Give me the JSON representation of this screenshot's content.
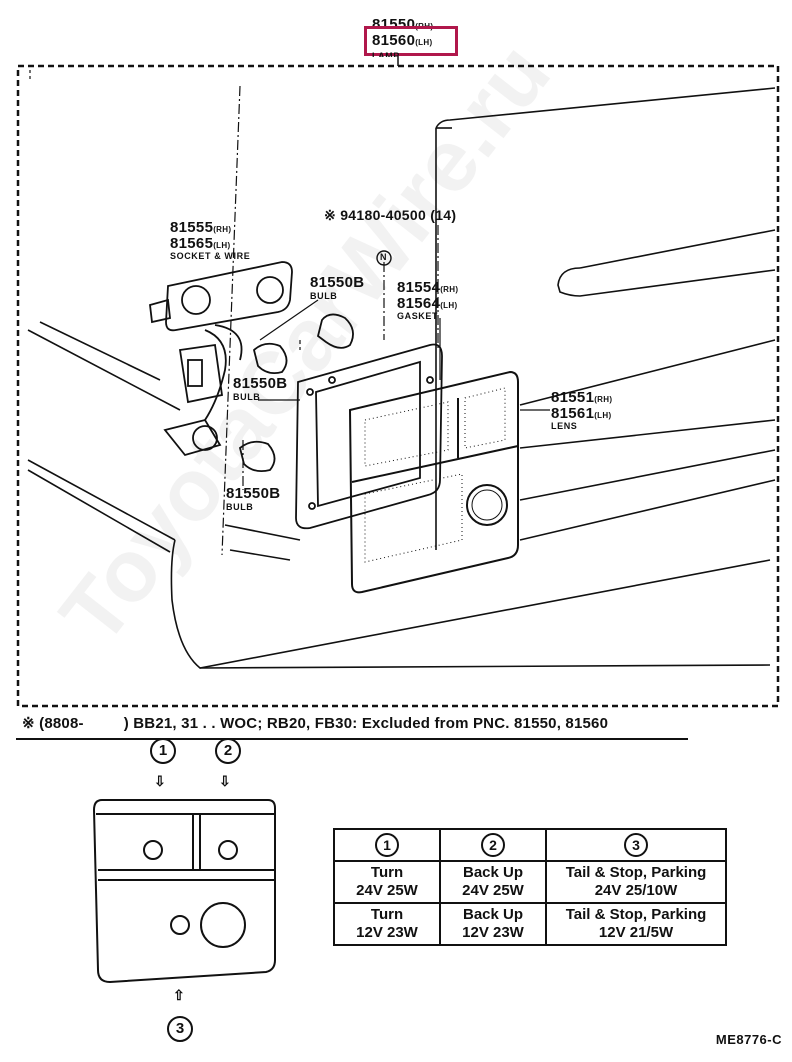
{
  "header": {
    "part_top": "81550",
    "part_top_suffix": "(RH)",
    "part_selected": "81560",
    "part_selected_suffix": "(LH)",
    "part_name": "LAMP"
  },
  "callouts": {
    "socket_rh": "81555",
    "socket_rh_suffix": "(RH)",
    "socket_lh": "81565",
    "socket_lh_suffix": "(LH)",
    "socket_name": "SOCKET & WIRE",
    "screw": "※ 94180-40500 (14)",
    "n_mark": "N",
    "bulb_top": "81550B",
    "bulb_top_name": "BULB",
    "bulb_mid": "81550B",
    "bulb_mid_name": "BULB",
    "bulb_low": "81550B",
    "bulb_low_name": "BULB",
    "gasket_rh": "81554",
    "gasket_rh_suffix": "(RH)",
    "gasket_lh": "81564",
    "gasket_lh_suffix": "(LH)",
    "gasket_name": "GASKET",
    "lens_rh": "81551",
    "lens_rh_suffix": "(RH)",
    "lens_lh": "81561",
    "lens_lh_suffix": "(LH)",
    "lens_name": "LENS"
  },
  "note": {
    "prefix": "※ (8808-",
    "text": ") BB21, 31 . . WOC; RB20, FB30: Excluded from PNC. 81550, 81560"
  },
  "lamp_key": {
    "marker_1": "1",
    "marker_2": "2",
    "marker_3": "3",
    "arrow_down": "⇩",
    "arrow_up": "⇧"
  },
  "spec_table": {
    "headers": [
      "1",
      "2",
      "3"
    ],
    "rows": [
      [
        {
          "name": "Turn",
          "rating": "24V 25W"
        },
        {
          "name": "Back Up",
          "rating": "24V 25W"
        },
        {
          "name": "Tail & Stop, Parking",
          "rating": "24V 25/10W"
        }
      ],
      [
        {
          "name": "Turn",
          "rating": "12V 23W"
        },
        {
          "name": "Back Up",
          "rating": "12V 23W"
        },
        {
          "name": "Tail & Stop, Parking",
          "rating": "12V 21/5W"
        }
      ]
    ]
  },
  "illustration_code": "ME8776-C",
  "watermark": "ToyotaCarWire.ru",
  "colors": {
    "highlight": "#b0174b",
    "ink": "#111111"
  }
}
